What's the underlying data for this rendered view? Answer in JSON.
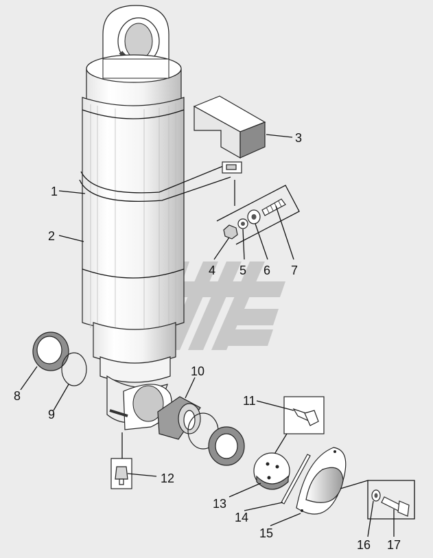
{
  "callouts": [
    "1",
    "2",
    "3",
    "4",
    "5",
    "6",
    "7",
    "8",
    "9",
    "10",
    "11",
    "12",
    "13",
    "14",
    "15",
    "16",
    "17"
  ],
  "colors": {
    "background": "#ececec",
    "part_fill": "#ffffff",
    "shade": "#c8c8c8",
    "dark": "#3a3a3a",
    "watermark": "#b9b9b9"
  }
}
